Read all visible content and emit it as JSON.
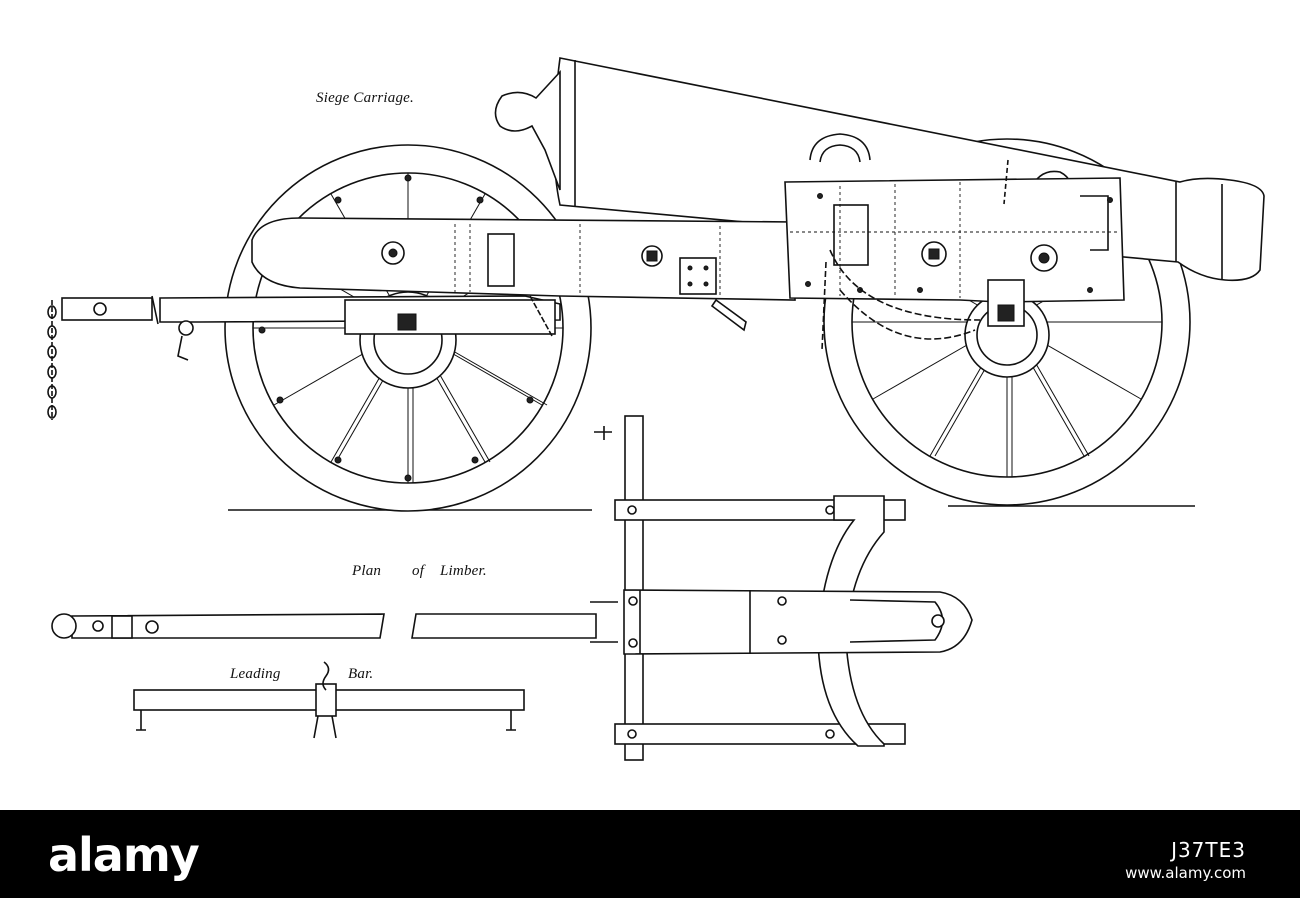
{
  "captions": {
    "siege_carriage": "Siege Carriage.",
    "plan": "Plan",
    "of": "of",
    "limber": "Limber.",
    "leading": "Leading",
    "bar": "Bar."
  },
  "footer": {
    "logo": "alamy",
    "image_id": "J37TE3",
    "url": "www.alamy.com"
  },
  "colors": {
    "ink": "#111111",
    "paper": "#ffffff",
    "banner": "#000000"
  }
}
